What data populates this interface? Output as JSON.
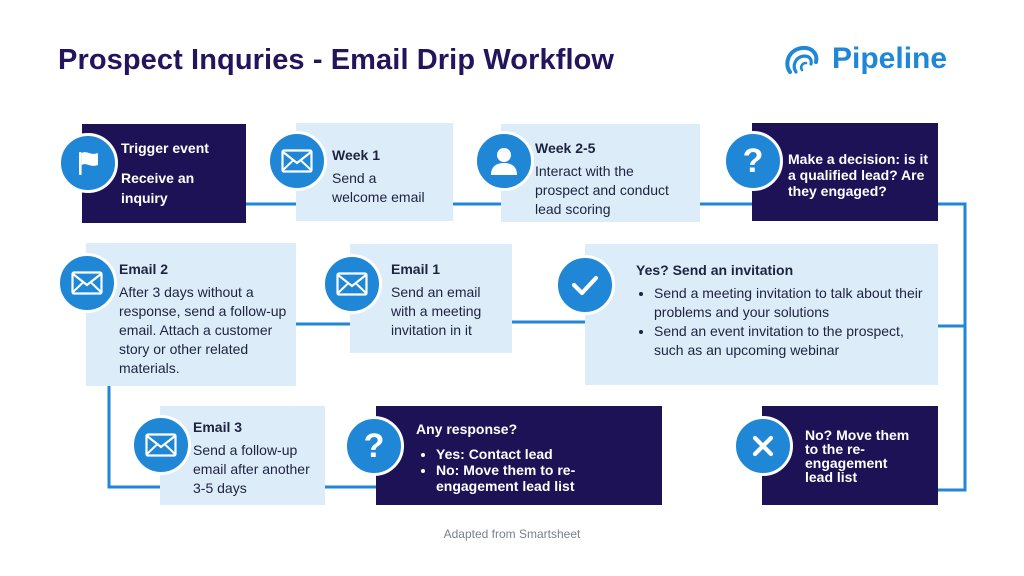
{
  "header": {
    "title": "Prospect Inquries - Email Drip Workflow",
    "logo_text": "Pipeline",
    "brand_color": "#1f87d6",
    "title_color": "#24145c"
  },
  "colors": {
    "light_box": "#dcecf8",
    "dark_box": "#1e1257",
    "connector": "#1f87d6"
  },
  "steps": {
    "trigger": {
      "icon": "flag-icon",
      "heading": "Trigger event",
      "text": "Receive an inquiry"
    },
    "week1": {
      "icon": "envelope-icon",
      "heading": "Week 1",
      "text": "Send a welcome email"
    },
    "week2": {
      "icon": "person-icon",
      "heading": "Week 2-5",
      "text": "Interact with the prospect and conduct lead scoring"
    },
    "decision": {
      "icon": "question-icon",
      "text": "Make a decision: is it a qualified lead? Are they engaged?"
    },
    "yes": {
      "icon": "checkmark-icon",
      "heading": "Yes? Send an invitation",
      "bullets": [
        "Send a meeting invitation to talk about their problems and your solutions",
        "Send an event invitation to the prospect, such as an upcoming webinar"
      ]
    },
    "email1": {
      "icon": "envelope-icon",
      "heading": "Email 1",
      "text": "Send an email with a meeting invitation in it"
    },
    "email2": {
      "icon": "envelope-icon",
      "heading": "Email 2",
      "text": "After 3 days without a response, send a follow-up email. Attach a customer story or other related materials."
    },
    "no": {
      "icon": "x-icon",
      "text": "No? Move them to the re-engagement lead list"
    },
    "email3": {
      "icon": "envelope-icon",
      "heading": "Email 3",
      "text": "Send a follow-up email after another 3-5 days"
    },
    "response": {
      "icon": "question-icon",
      "heading": "Any response?",
      "bullets": [
        "Yes: Contact lead",
        "No: Move them to re-engagement lead list"
      ]
    }
  },
  "footer": {
    "credit": "Adapted from Smartsheet"
  }
}
